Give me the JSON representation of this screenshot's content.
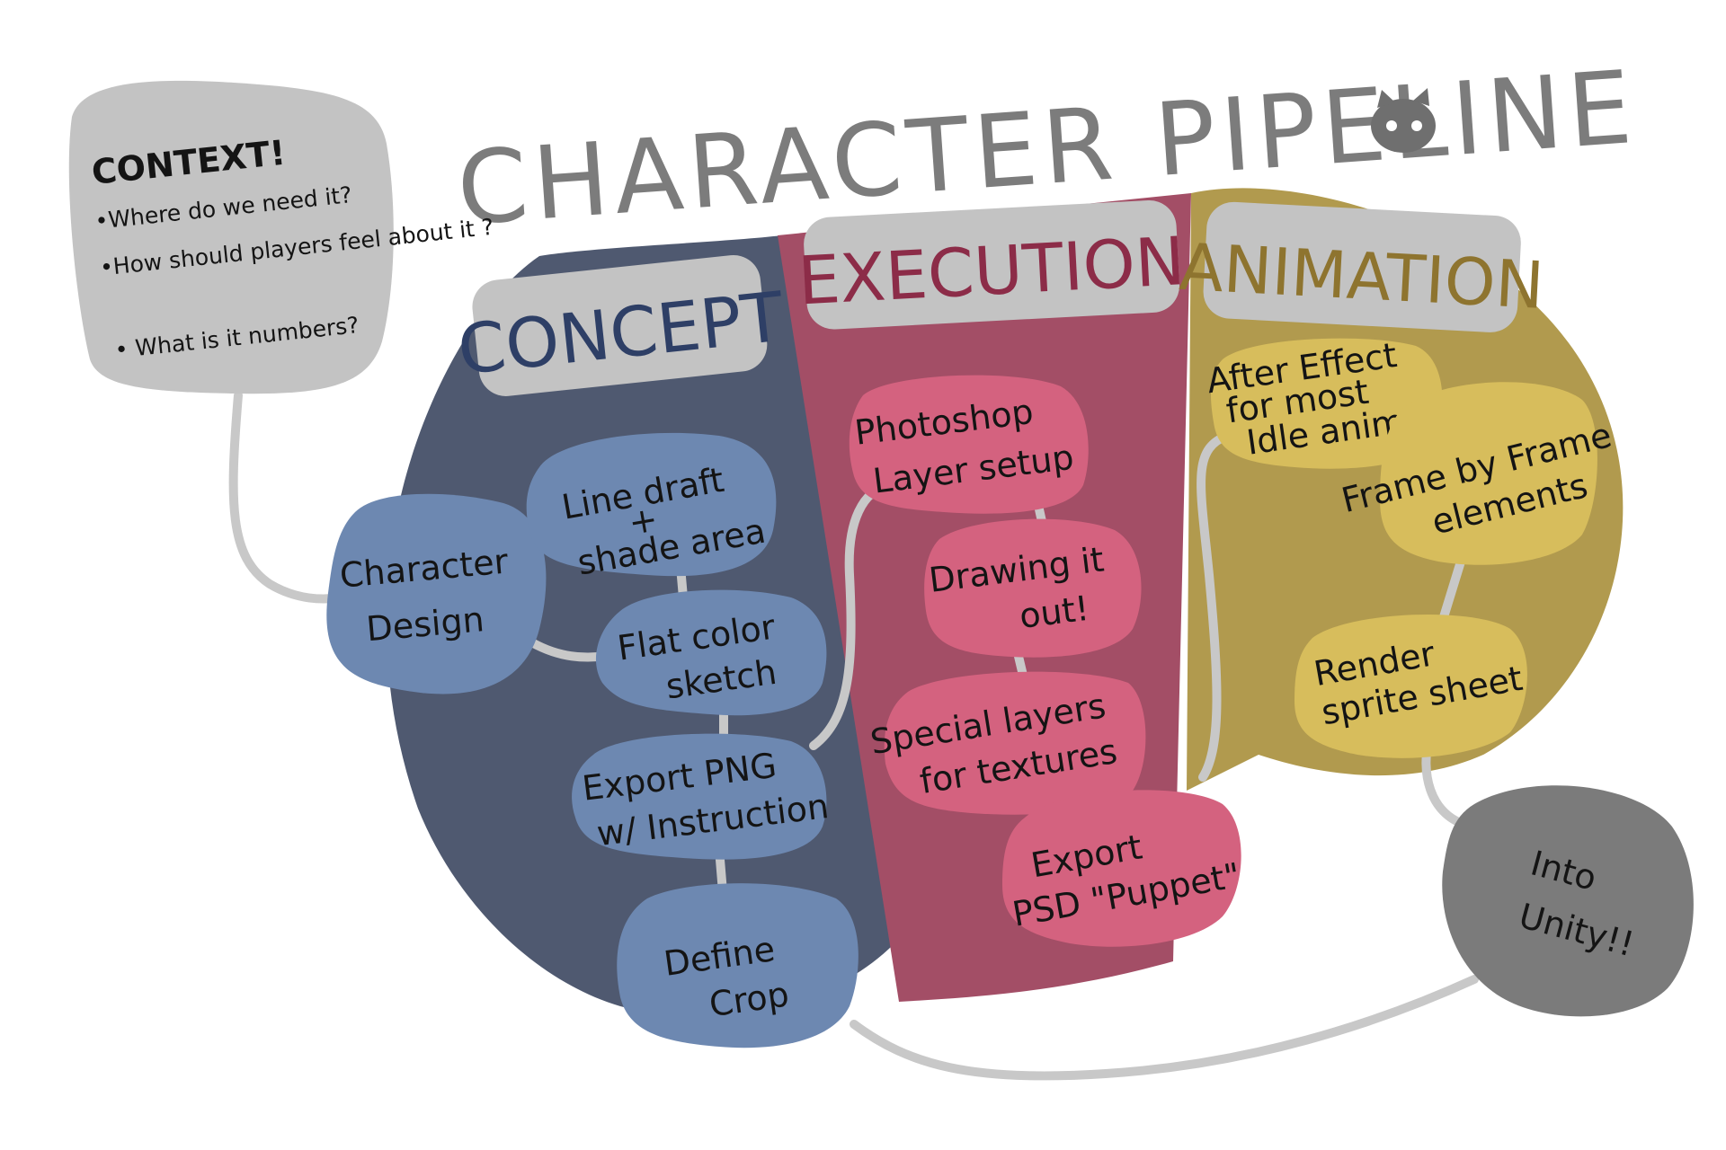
{
  "title": "CHARACTER PIPELINE",
  "colors": {
    "concept_bg": "#4f5970",
    "execution_bg": "#a34e66",
    "animation_bg": "#b19a4e",
    "concept_node": "#6d88b1",
    "execution_node": "#d4627f",
    "animation_node": "#d7bd5c",
    "unity_node": "#7b7b7b",
    "label_bg": "#c3c3c3",
    "context_bg": "#c3c3c3",
    "connector": "#c8c8c8",
    "title_text": "#7c7c7c",
    "concept_label": "#2e3f66",
    "execution_label": "#8c2c48",
    "animation_label": "#8e742f"
  },
  "context": {
    "heading": "CONTEXT!",
    "bullets": [
      "•Where do we need it?",
      "•How should players feel about it ?",
      "• What is it numbers?"
    ]
  },
  "sections": {
    "concept": {
      "label": "CONCEPT",
      "nodes": {
        "character_design": "Character Design",
        "line_draft": "Line draft + shade area",
        "flat_color": "Flat color sketch",
        "export_png": "Export PNG w/ Instruction",
        "define_crop": "Define Crop"
      }
    },
    "execution": {
      "label": "EXECUTION",
      "nodes": {
        "photoshop": "Photoshop Layer setup",
        "drawing": "Drawing it out!",
        "special_layers": "Special layers for textures",
        "export_psd": "Export PSD \"Puppet\""
      }
    },
    "animation": {
      "label": "ANIMATION",
      "nodes": {
        "after_effect": "After Effect for most Idle anims",
        "frame_by_frame": "Frame by Frame elements",
        "render": "Render sprite sheet"
      }
    }
  },
  "final": {
    "label": "Into Unity!!"
  }
}
